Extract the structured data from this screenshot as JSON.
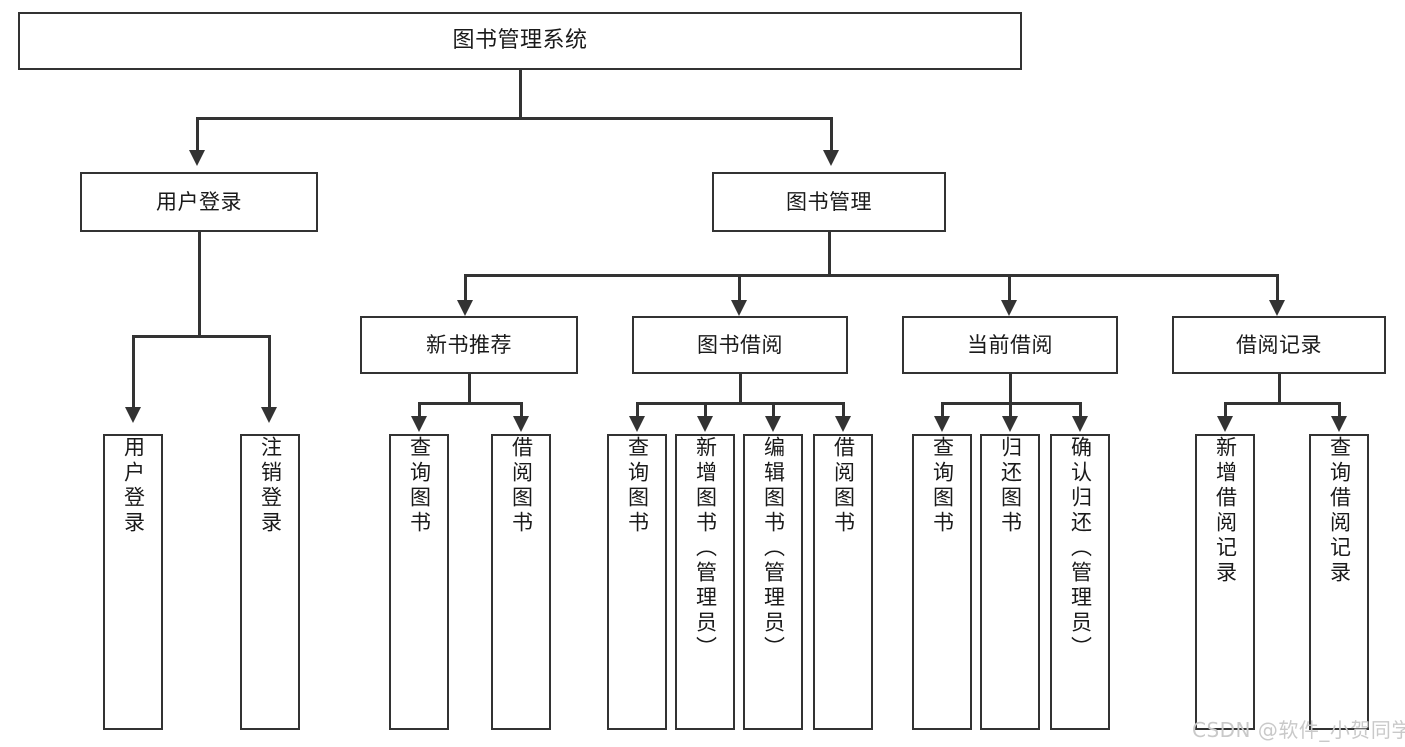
{
  "diagram": {
    "title": "图书管理系统",
    "type": "功能结构图",
    "root": {
      "label": "图书管理系统"
    },
    "branches": [
      {
        "label": "用户登录"
      },
      {
        "label": "图书管理"
      }
    ],
    "sub_branches": [
      {
        "label": "新书推荐"
      },
      {
        "label": "图书借阅"
      },
      {
        "label": "当前借阅"
      },
      {
        "label": "借阅记录"
      }
    ],
    "leaves": {
      "user_login": [
        {
          "label": "用户登录"
        },
        {
          "label": "注销登录"
        }
      ],
      "new_book_recommend": [
        {
          "label": "查询图书"
        },
        {
          "label": "借阅图书"
        }
      ],
      "book_borrow": [
        {
          "label": "查询图书"
        },
        {
          "label": "新增图书（管理员）"
        },
        {
          "label": "编辑图书（管理员）"
        },
        {
          "label": "借阅图书"
        }
      ],
      "current_borrow": [
        {
          "label": "查询图书"
        },
        {
          "label": "归还图书"
        },
        {
          "label": "确认归还（管理员）"
        }
      ],
      "borrow_record": [
        {
          "label": "新增借阅记录"
        },
        {
          "label": "查询借阅记录"
        }
      ]
    }
  },
  "watermark": {
    "text": "CSDN @软件_小贺同学"
  },
  "colors": {
    "stroke": "#333333",
    "fill": "#ffffff",
    "text": "#1a1a1a",
    "watermark": "#c9c9c9"
  }
}
